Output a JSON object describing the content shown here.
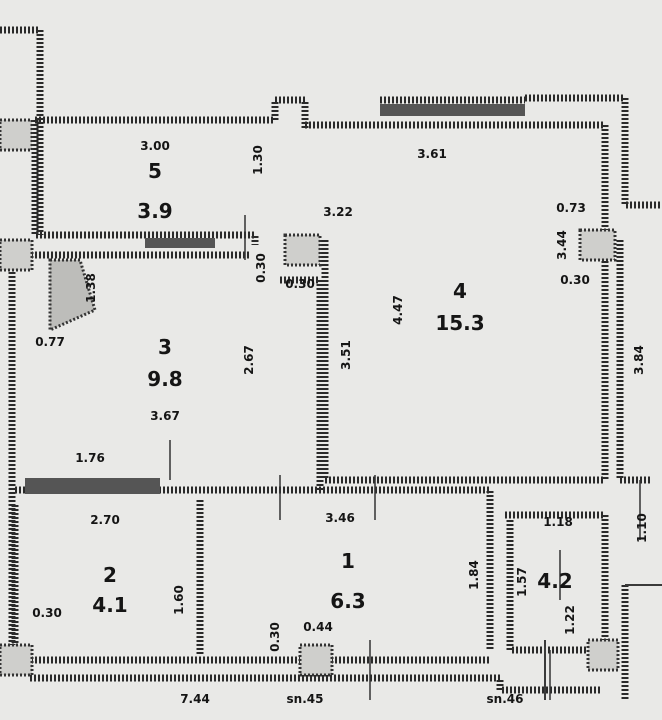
{
  "rooms": [
    {
      "number": "5",
      "area": "3.9"
    },
    {
      "number": "4",
      "area": "15.3"
    },
    {
      "number": "3",
      "area": "9.8"
    },
    {
      "number": "2",
      "area": "4.1"
    },
    {
      "number": "1",
      "area": "6.3"
    },
    {
      "number": "",
      "area": "4.2"
    }
  ],
  "dimensions": {
    "d_300": "3.00",
    "d_130": "1.30",
    "d_361": "3.61",
    "d_322": "3.22",
    "d_073": "0.73",
    "d_344": "3.44",
    "d_030a": "0.30",
    "d_447": "4.47",
    "d_351": "3.51",
    "d_030b": "0.30",
    "d_030c": "0.30",
    "d_138": "1.38",
    "d_077": "0.77",
    "d_267": "2.67",
    "d_367": "3.67",
    "d_176": "1.76",
    "d_384": "3.84",
    "d_270": "2.70",
    "d_346": "3.46",
    "d_118": "1.18",
    "d_110": "1.10",
    "d_184": "1.84",
    "d_157": "1.57",
    "d_160": "1.60",
    "d_030d": "0.30",
    "d_030e": "0.30",
    "d_044": "0.44",
    "d_122": "1.22",
    "d_744": "7.44",
    "d_sn45": "sn.45",
    "d_sn46": "sn.46"
  }
}
